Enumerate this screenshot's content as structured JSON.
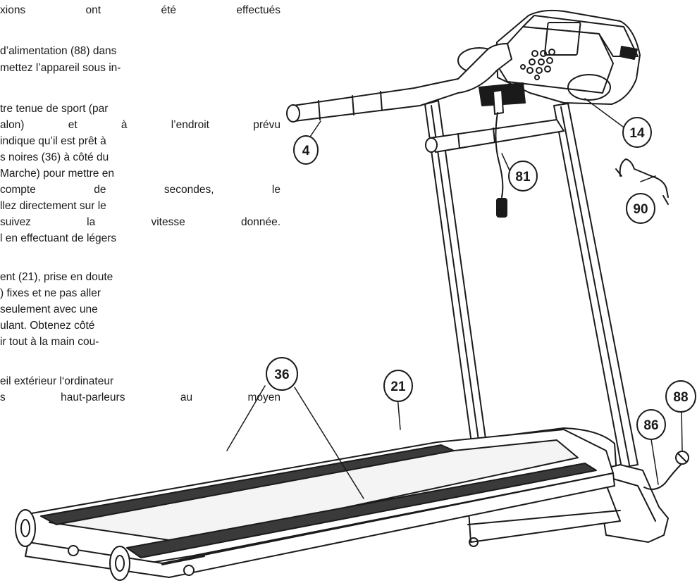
{
  "text_lines": [
    {
      "id": "l1",
      "text": "xions ont été effectués"
    },
    {
      "id": "l2",
      "text": "d’alimentation (88) dans"
    },
    {
      "id": "l3",
      "text": "mettez l’appareil sous in-"
    },
    {
      "id": "l4",
      "text": "tre tenue de sport (par"
    },
    {
      "id": "l5",
      "text": "alon) et à l’endroit prévu"
    },
    {
      "id": "l6",
      "text": "indique qu’il est prêt à"
    },
    {
      "id": "l7",
      "text": "s noires (36) à côté du"
    },
    {
      "id": "l8",
      "text": "Marche) pour mettre en"
    },
    {
      "id": "l9",
      "text": "compte de secondes, le"
    },
    {
      "id": "l10",
      "text": "llez directement sur le"
    },
    {
      "id": "l11",
      "text": "suivez la vitesse donnée."
    },
    {
      "id": "l12",
      "text": "l en effectuant de légers"
    },
    {
      "id": "l13",
      "text": "ent (21), prise en doute"
    },
    {
      "id": "l14",
      "text": ") fixes et ne pas aller"
    },
    {
      "id": "l15",
      "text": "seulement avec une"
    },
    {
      "id": "l16",
      "text": "ulant. Obtenez côté"
    },
    {
      "id": "l17",
      "text": "ir tout à la main cou-"
    },
    {
      "id": "l18",
      "text": "eil extérieur l‘ordinateur"
    },
    {
      "id": "l19",
      "text": "s haut-parleurs au moyen"
    }
  ],
  "callouts": {
    "c4": "4",
    "c14": "14",
    "c81": "81",
    "c90": "90",
    "c36": "36",
    "c21": "21",
    "c88": "88",
    "c86": "86"
  },
  "colors": {
    "ink": "#1a1a1a",
    "belt": "#3a3a3a",
    "background": "#ffffff"
  }
}
